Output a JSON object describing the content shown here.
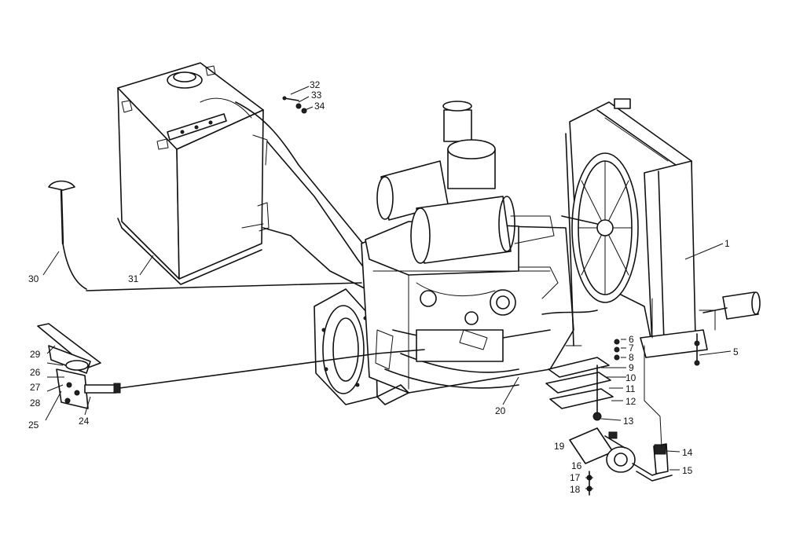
{
  "callouts": [
    {
      "id": "c1",
      "text": "1"
    },
    {
      "id": "c5",
      "text": "5"
    },
    {
      "id": "c6",
      "text": "6"
    },
    {
      "id": "c7",
      "text": "7"
    },
    {
      "id": "c8",
      "text": "8"
    },
    {
      "id": "c9",
      "text": "9"
    },
    {
      "id": "c10",
      "text": "10"
    },
    {
      "id": "c11",
      "text": "11"
    },
    {
      "id": "c12",
      "text": "12"
    },
    {
      "id": "c13",
      "text": "13"
    },
    {
      "id": "c14",
      "text": "14"
    },
    {
      "id": "c15",
      "text": "15"
    },
    {
      "id": "c16",
      "text": "16"
    },
    {
      "id": "c17",
      "text": "17"
    },
    {
      "id": "c18",
      "text": "18"
    },
    {
      "id": "c19",
      "text": "19"
    },
    {
      "id": "c20",
      "text": "20"
    },
    {
      "id": "c24",
      "text": "24"
    },
    {
      "id": "c25",
      "text": "25"
    },
    {
      "id": "c26",
      "text": "26"
    },
    {
      "id": "c27",
      "text": "27"
    },
    {
      "id": "c28",
      "text": "28"
    },
    {
      "id": "c29",
      "text": "29"
    },
    {
      "id": "c30",
      "text": "30"
    },
    {
      "id": "c31",
      "text": "31"
    },
    {
      "id": "c32",
      "text": "32"
    },
    {
      "id": "c33",
      "text": "33"
    },
    {
      "id": "c34",
      "text": "34"
    }
  ]
}
